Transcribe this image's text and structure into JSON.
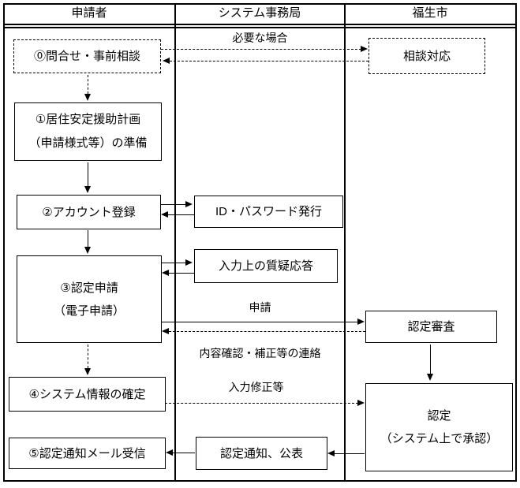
{
  "diagram": {
    "columns": [
      "申請者",
      "システム事務局",
      "福生市"
    ],
    "nodes": {
      "inquiry": "⓪問合せ・事前相談",
      "consult_response": "相談対応",
      "plan_l1": "①居住安定援助計画",
      "plan_l2": "（申請様式等）の準備",
      "account": "②アカウント登録",
      "id_issue": "ID・パスワード発行",
      "apply_l1": "③認定申請",
      "apply_l2": "（電子申請）",
      "qa": "入力上の質疑応答",
      "review": "認定審査",
      "fix": "④システム情報の確定",
      "approval_l1": "認定",
      "approval_l2": "（システム上で承認）",
      "mail": "⑤認定通知メール受信",
      "notice": "認定通知、公表"
    },
    "edge_labels": {
      "if_needed": "必要な場合",
      "application": "申請",
      "confirm_contact": "内容確認・補正等の連絡",
      "input_fix": "入力修正等"
    },
    "colors": {
      "line": "#000000",
      "background": "#ffffff"
    }
  }
}
